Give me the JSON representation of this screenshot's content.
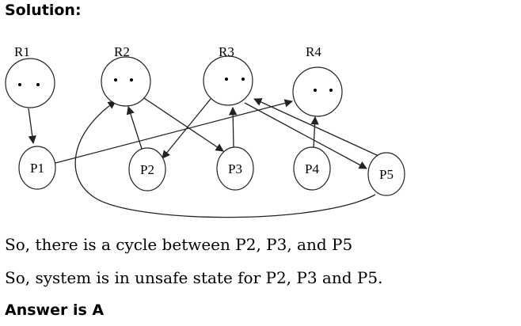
{
  "heading": "Solution:",
  "diagram": {
    "resources": [
      "R1",
      "R2",
      "R3",
      "R4"
    ],
    "processes": [
      "P1",
      "P2",
      "P3",
      "P4",
      "P5"
    ],
    "instances_per_resource": 2,
    "edges": [
      {
        "from": "R1",
        "to": "P1",
        "type": "assignment"
      },
      {
        "from": "P1",
        "to": "R4",
        "type": "request"
      },
      {
        "from": "P2",
        "to": "R2",
        "type": "request"
      },
      {
        "from": "R2",
        "to": "P3",
        "type": "assignment"
      },
      {
        "from": "R3",
        "to": "P2",
        "type": "assignment"
      },
      {
        "from": "P3",
        "to": "R3",
        "type": "request"
      },
      {
        "from": "R3",
        "to": "P5",
        "type": "assignment"
      },
      {
        "from": "P5",
        "to": "R3",
        "type": "request"
      },
      {
        "from": "P4",
        "to": "R4",
        "type": "request"
      },
      {
        "from": "P5",
        "to": "R2",
        "type": "request"
      }
    ]
  },
  "text": {
    "line1": "So, there is a cycle between P2, P3, and P5",
    "line2": "So, system is in unsafe state for P2, P3 and P5."
  },
  "answer": "Answer is A"
}
